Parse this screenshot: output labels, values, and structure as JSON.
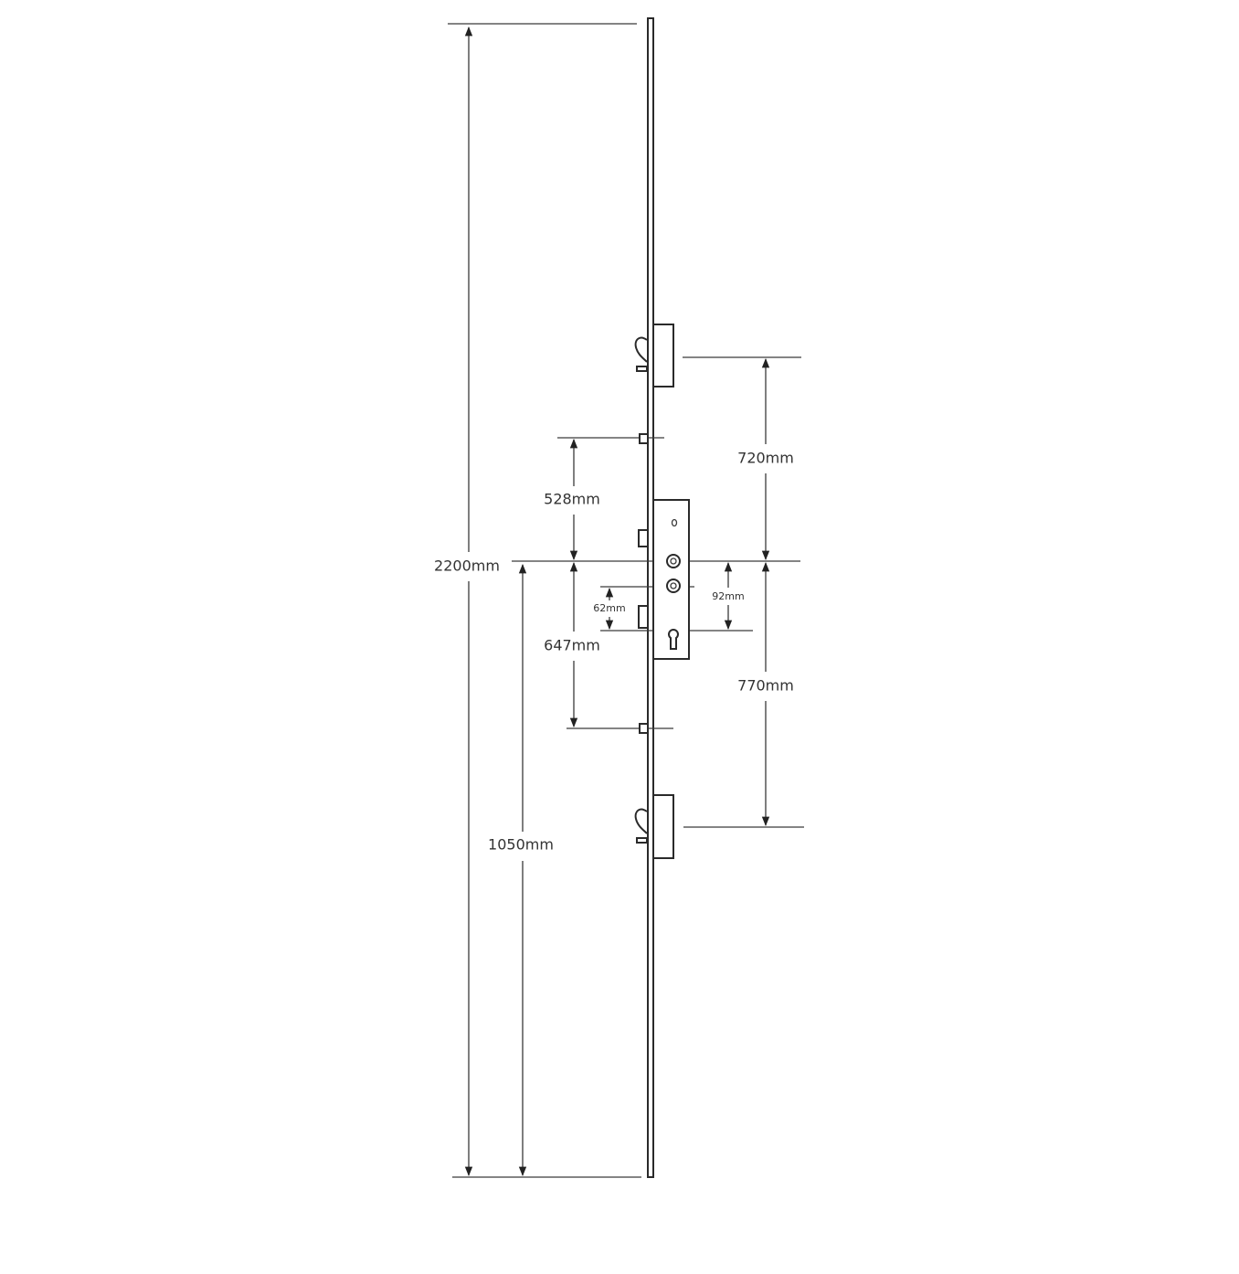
{
  "dimensions": {
    "overall_length": "2200mm",
    "handle_height": "1050mm",
    "upper_hook_to_centre": "720mm",
    "lower_hook_to_centre": "770mm",
    "upper_roller_to_centre": "528mm",
    "lower_roller_to_centre": "647mm",
    "spindle_to_cylinder": "62mm",
    "centre_to_cylinder": "92mm"
  },
  "colors": {
    "line": "#333333",
    "background": "#ffffff"
  }
}
